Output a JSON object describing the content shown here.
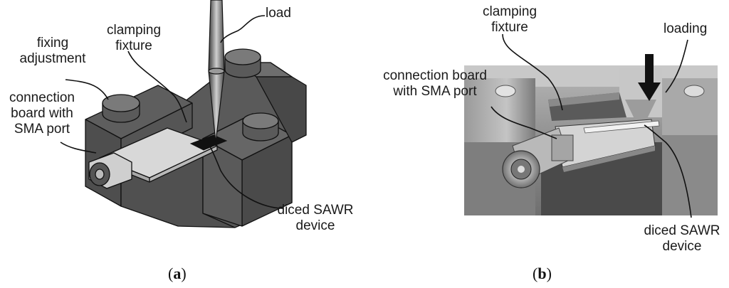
{
  "panel_a": {
    "labels": {
      "load": "load",
      "clamping_fixture_1": "clamping",
      "clamping_fixture_2": "fixture",
      "fixing_adjustment_1": "fixing",
      "fixing_adjustment_2": "adjustment",
      "connection_board_1": "connection",
      "connection_board_2": "board with",
      "connection_board_3": "SMA port",
      "diced_sawr_1": "diced SAWR",
      "diced_sawr_2": "device"
    },
    "caption": {
      "open": "(",
      "letter": "a",
      "close": ")"
    }
  },
  "panel_b": {
    "labels": {
      "clamping_fixture_1": "clamping",
      "clamping_fixture_2": "fixture",
      "loading": "loading",
      "connection_board_1": "connection board",
      "connection_board_2": "with SMA port",
      "diced_sawr_1": "diced SAWR",
      "diced_sawr_2": "device"
    },
    "caption": {
      "open": "(",
      "letter": "b",
      "close": ")"
    }
  },
  "colors": {
    "body_dark": "#5c5c5c",
    "body_light": "#8a8a8a",
    "board": "#d6d6d6",
    "outline": "#111111",
    "photo_bg": "#9a9a9a"
  }
}
